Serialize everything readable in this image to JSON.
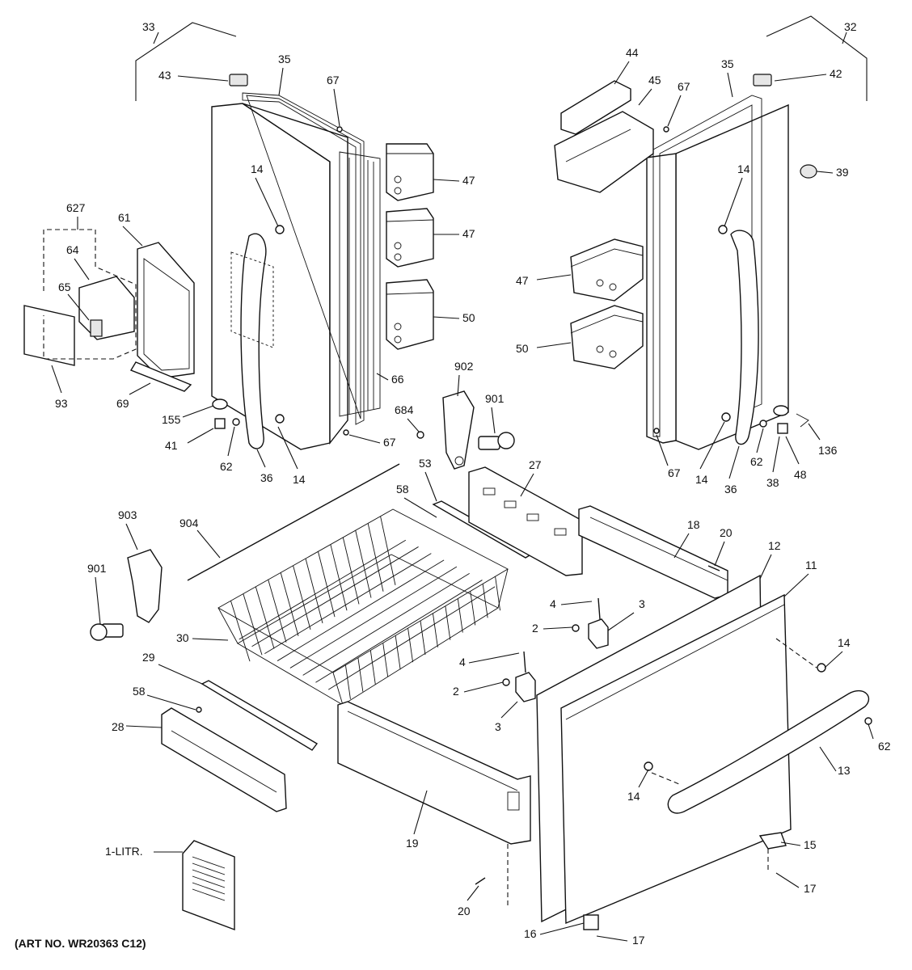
{
  "figure": {
    "art_number": "(ART NO. WR20363 C12)"
  },
  "callouts": [
    {
      "id": "c33",
      "text": "33"
    },
    {
      "id": "c32",
      "text": "32"
    },
    {
      "id": "c43",
      "text": "43"
    },
    {
      "id": "c35a",
      "text": "35"
    },
    {
      "id": "c67a",
      "text": "67"
    },
    {
      "id": "c44",
      "text": "44"
    },
    {
      "id": "c45",
      "text": "45"
    },
    {
      "id": "c67b",
      "text": "67"
    },
    {
      "id": "c35b",
      "text": "35"
    },
    {
      "id": "c42",
      "text": "42"
    },
    {
      "id": "c47a",
      "text": "47"
    },
    {
      "id": "c47b",
      "text": "47"
    },
    {
      "id": "c50a",
      "text": "50"
    },
    {
      "id": "c14a",
      "text": "14"
    },
    {
      "id": "c14b",
      "text": "14"
    },
    {
      "id": "c39",
      "text": "39"
    },
    {
      "id": "c627",
      "text": "627"
    },
    {
      "id": "c61",
      "text": "61"
    },
    {
      "id": "c64",
      "text": "64"
    },
    {
      "id": "c65",
      "text": "65"
    },
    {
      "id": "c93",
      "text": "93"
    },
    {
      "id": "c69",
      "text": "69"
    },
    {
      "id": "c155",
      "text": "155"
    },
    {
      "id": "c41",
      "text": "41"
    },
    {
      "id": "c62a",
      "text": "62"
    },
    {
      "id": "c36a",
      "text": "36"
    },
    {
      "id": "c14c",
      "text": "14"
    },
    {
      "id": "c66",
      "text": "66"
    },
    {
      "id": "c67c",
      "text": "67"
    },
    {
      "id": "c684",
      "text": "684"
    },
    {
      "id": "c902",
      "text": "902"
    },
    {
      "id": "c901a",
      "text": "901"
    },
    {
      "id": "c47c",
      "text": "47"
    },
    {
      "id": "c50b",
      "text": "50"
    },
    {
      "id": "c67d",
      "text": "67"
    },
    {
      "id": "c14d",
      "text": "14"
    },
    {
      "id": "c36b",
      "text": "36"
    },
    {
      "id": "c62b",
      "text": "62"
    },
    {
      "id": "c38",
      "text": "38"
    },
    {
      "id": "c48",
      "text": "48"
    },
    {
      "id": "c136",
      "text": "136"
    },
    {
      "id": "c53",
      "text": "53"
    },
    {
      "id": "c27",
      "text": "27"
    },
    {
      "id": "c58a",
      "text": "58"
    },
    {
      "id": "c18",
      "text": "18"
    },
    {
      "id": "c20a",
      "text": "20"
    },
    {
      "id": "c12",
      "text": "12"
    },
    {
      "id": "c11",
      "text": "11"
    },
    {
      "id": "c903",
      "text": "903"
    },
    {
      "id": "c904",
      "text": "904"
    },
    {
      "id": "c901b",
      "text": "901"
    },
    {
      "id": "c4a",
      "text": "4"
    },
    {
      "id": "c3a",
      "text": "3"
    },
    {
      "id": "c2a",
      "text": "2"
    },
    {
      "id": "c30",
      "text": "30"
    },
    {
      "id": "c29",
      "text": "29"
    },
    {
      "id": "c4b",
      "text": "4"
    },
    {
      "id": "c14e",
      "text": "14"
    },
    {
      "id": "c2b",
      "text": "2"
    },
    {
      "id": "c3b",
      "text": "3"
    },
    {
      "id": "c58b",
      "text": "58"
    },
    {
      "id": "c28",
      "text": "28"
    },
    {
      "id": "c62c",
      "text": "62"
    },
    {
      "id": "c13",
      "text": "13"
    },
    {
      "id": "c14f",
      "text": "14"
    },
    {
      "id": "c19",
      "text": "19"
    },
    {
      "id": "c1litr",
      "text": "1-LITR."
    },
    {
      "id": "c15",
      "text": "15"
    },
    {
      "id": "c17a",
      "text": "17"
    },
    {
      "id": "c20b",
      "text": "20"
    },
    {
      "id": "c16",
      "text": "16"
    },
    {
      "id": "c17b",
      "text": "17"
    }
  ]
}
